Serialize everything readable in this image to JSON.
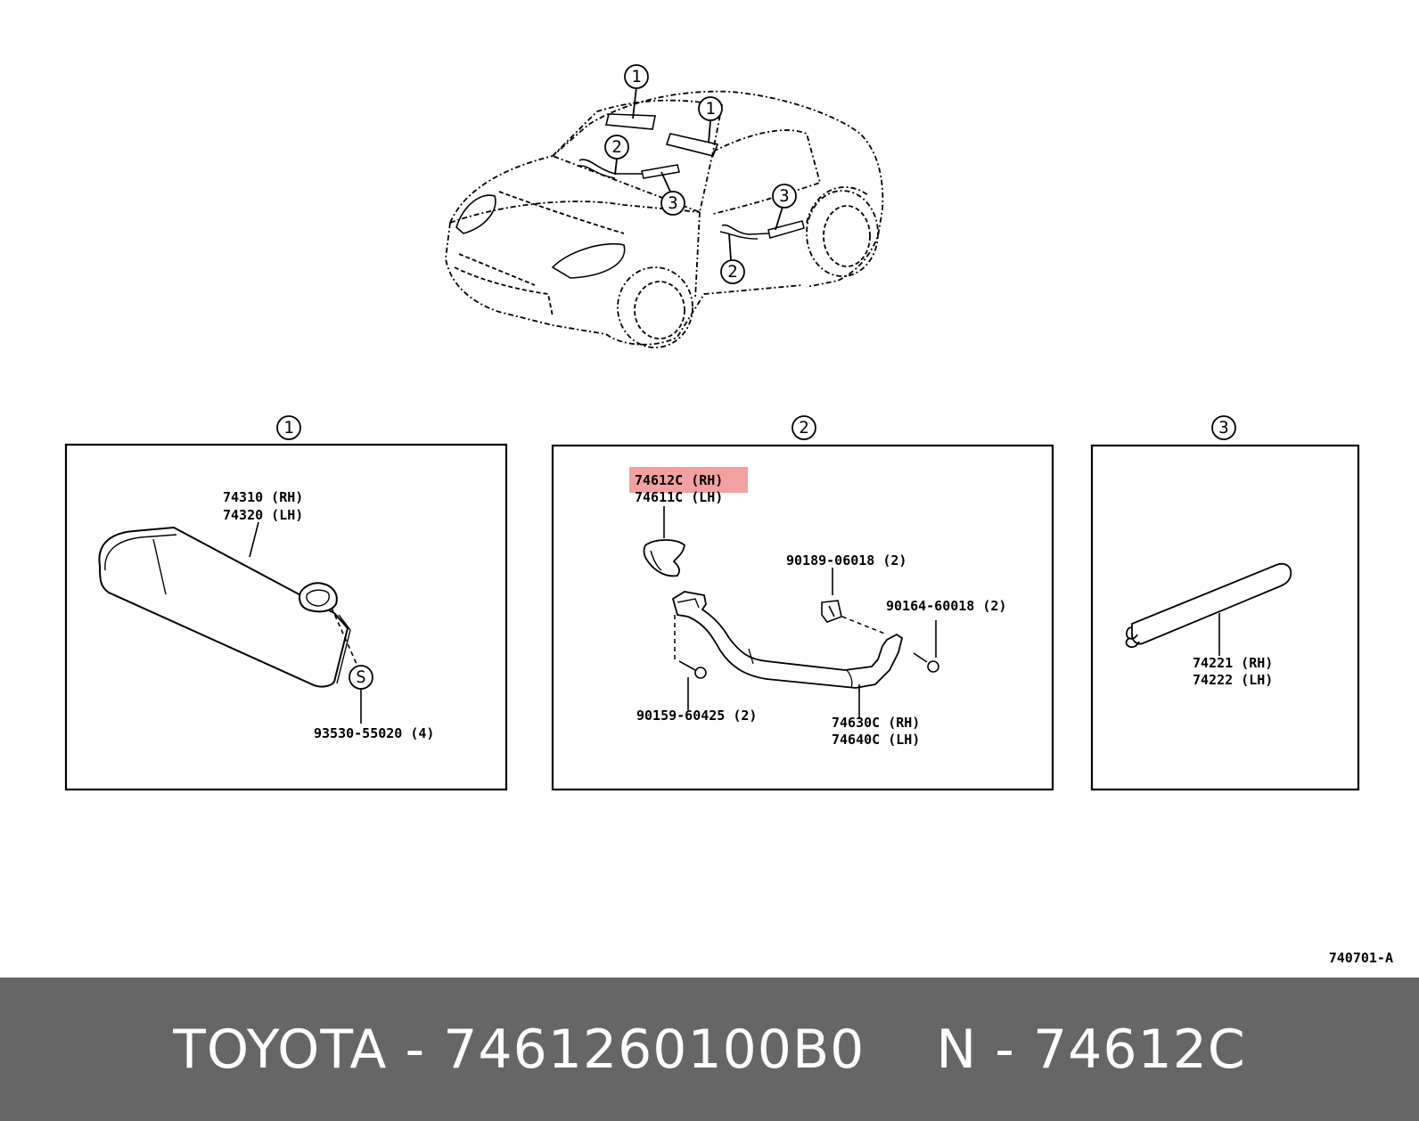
{
  "car_overview": {
    "callouts": [
      {
        "id": "ref-1a",
        "text": "1"
      },
      {
        "id": "ref-1b",
        "text": "1"
      },
      {
        "id": "ref-2a",
        "text": "2"
      },
      {
        "id": "ref-3a",
        "text": "3"
      },
      {
        "id": "ref-3b",
        "text": "3"
      },
      {
        "id": "ref-2b",
        "text": "2"
      }
    ]
  },
  "panels": [
    {
      "number": "1",
      "labels": {
        "visor_rh": "74310 (RH)",
        "visor_lh": "74320 (LH)",
        "screw_symbol": "S",
        "screw_part": "93530-55020 (4)"
      }
    },
    {
      "number": "2",
      "labels": {
        "cover_rh": "74612C (RH)",
        "cover_lh": "74611C (LH)",
        "clip_part": "90189-06018 (2)",
        "screw_a": "90164-60018 (2)",
        "screw_b": "90159-60425 (2)",
        "grip_rh": "74630C (RH)",
        "grip_lh": "74640C (LH)"
      }
    },
    {
      "number": "3",
      "labels": {
        "trim_rh": "74221 (RH)",
        "trim_lh": "74222 (LH)"
      }
    }
  ],
  "diagram_code": "740701-A",
  "highlight_color": "#f4a0a0",
  "footer": {
    "brand_part": "TOYOTA - 7461260100B0",
    "ref": "N - 74612C"
  }
}
